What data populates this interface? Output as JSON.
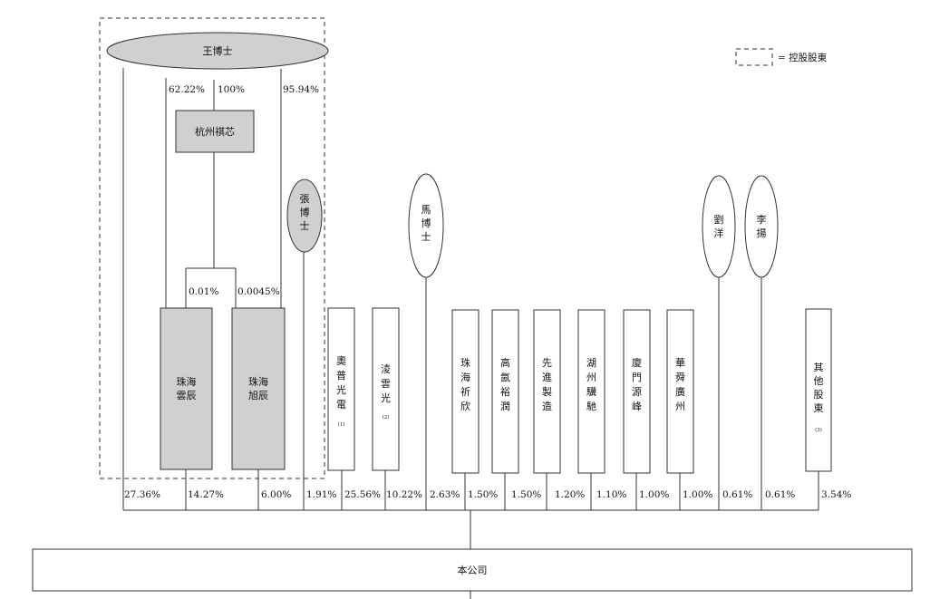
{
  "legend": {
    "label": "= 控股股東"
  },
  "shareholders": {
    "dr_wang": "王博士",
    "hangzhou_qixin": "杭州祺芯",
    "zhuhai_yunchen": "珠海雲辰",
    "zhuhai_xuchen": "珠海旭辰",
    "dr_zhang": "張博士",
    "aopu": "奧普光電",
    "aopu_note": "(1)",
    "lingyun": "淩雲光",
    "lingyun_note": "(2)",
    "dr_ma": "馬博士",
    "zhuhai_qixin": "珠海祈欣",
    "gaoqi": "高氤裕潤",
    "xianjin": "先進製造",
    "huzhou": "湖州驥馳",
    "xiamen": "廈門源峰",
    "huashun": "華舜廣州",
    "liu_yang": "劉洋",
    "li_yang": "李揚",
    "others": "其他股東",
    "others_note": "(3)"
  },
  "company": "本公司",
  "ownership": {
    "wang_to_yunchen": "62.22%",
    "wang_to_qixin": "100%",
    "wang_to_xuchen": "95.94%",
    "qixin_to_yunchen": "0.01%",
    "qixin_to_xuchen": "0.0045%"
  },
  "company_stakes": {
    "dr_wang": "27.36%",
    "zhuhai_yunchen": "14.27%",
    "zhuhai_xuchen": "6.00%",
    "dr_zhang": "1.91%",
    "aopu": "25.56%",
    "lingyun": "10.22%",
    "dr_ma": "2.63%",
    "zhuhai_qixin": "1.50%",
    "gaoqi": "1.50%",
    "xianjin": "1.20%",
    "huzhou": "1.10%",
    "xiamen": "1.00%",
    "huashun": "1.00%",
    "liu_yang": "0.61%",
    "li_yang": "0.61%",
    "others": "3.54%"
  }
}
